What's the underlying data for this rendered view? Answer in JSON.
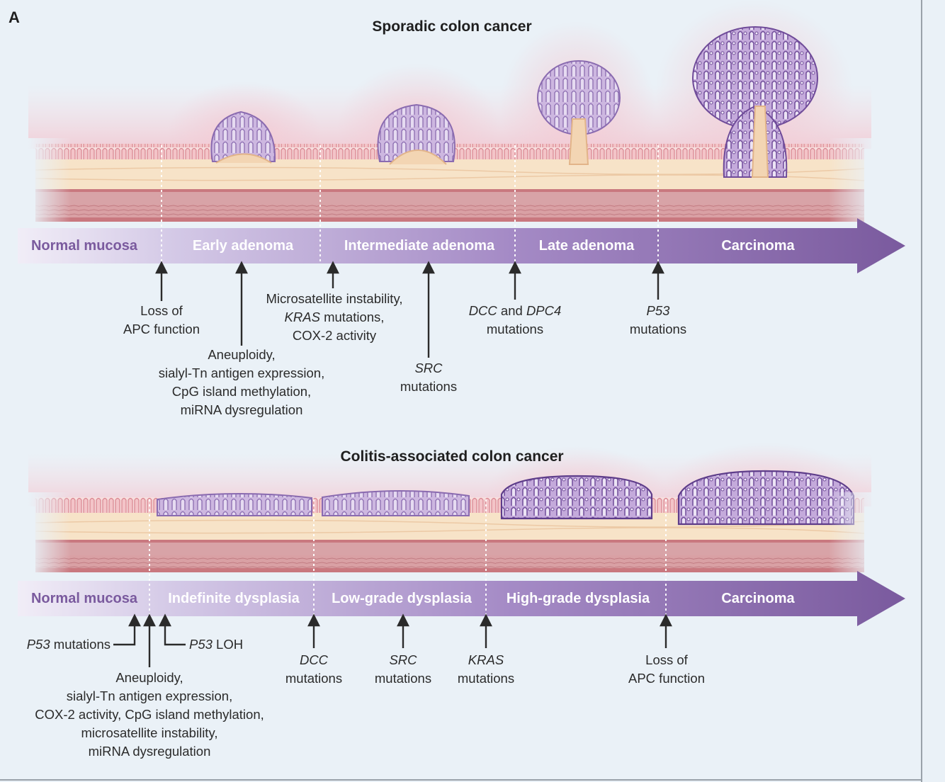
{
  "panel_label": "A",
  "sporadic": {
    "title": "Sporadic colon cancer",
    "stages": [
      "Normal mucosa",
      "Early adenoma",
      "Intermediate adenoma",
      "Late adenoma",
      "Carcinoma"
    ],
    "annotations": {
      "apc": {
        "line1": "Loss of",
        "line2": "APC function"
      },
      "aneuploidy": {
        "line1": "Aneuploidy,",
        "line2": "sialyl-Tn antigen expression,",
        "line3": "CpG island methylation,",
        "line4": "miRNA dysregulation"
      },
      "msi": {
        "line1": "Microsatellite instability,",
        "line2_gene": "KRAS",
        "line2_rest": " mutations,",
        "line3": "COX-2 activity"
      },
      "src": {
        "gene": "SRC",
        "rest": "mutations"
      },
      "dcc": {
        "gene1": "DCC",
        "and": " and ",
        "gene2": "DPC4",
        "rest": "mutations"
      },
      "p53": {
        "gene": "P53",
        "rest": "mutations"
      }
    }
  },
  "colitis": {
    "title": "Colitis-associated colon cancer",
    "stages": [
      "Normal mucosa",
      "Indefinite dysplasia",
      "Low-grade dysplasia",
      "High-grade dysplasia",
      "Carcinoma"
    ],
    "annotations": {
      "p53mut": {
        "gene": "P53",
        "rest": " mutations"
      },
      "p53loh": {
        "gene": "P53",
        "rest": " LOH"
      },
      "aneuploidy": {
        "line1": "Aneuploidy,",
        "line2": "sialyl-Tn antigen expression,",
        "line3": "COX-2 activity, CpG island methylation,",
        "line4": "microsatellite instability,",
        "line5": "miRNA dysregulation"
      },
      "dcc": {
        "gene": "DCC",
        "rest": "mutations"
      },
      "src": {
        "gene": "SRC",
        "rest": "mutations"
      },
      "kras": {
        "gene": "KRAS",
        "rest": "mutations"
      },
      "apc": {
        "line1": "Loss of",
        "line2": "APC function"
      }
    }
  },
  "colors": {
    "background": "#eaf1f7",
    "arrow_dark": "#7a5a9e",
    "arrow_light": "#ddd6ec",
    "polyp": "#c7b3dd",
    "polyp_outline": "#8a6bb0",
    "mucosa_pink": "#e9a9b5",
    "submucosa": "#f7e3c8",
    "muscle": "#c9787f"
  }
}
